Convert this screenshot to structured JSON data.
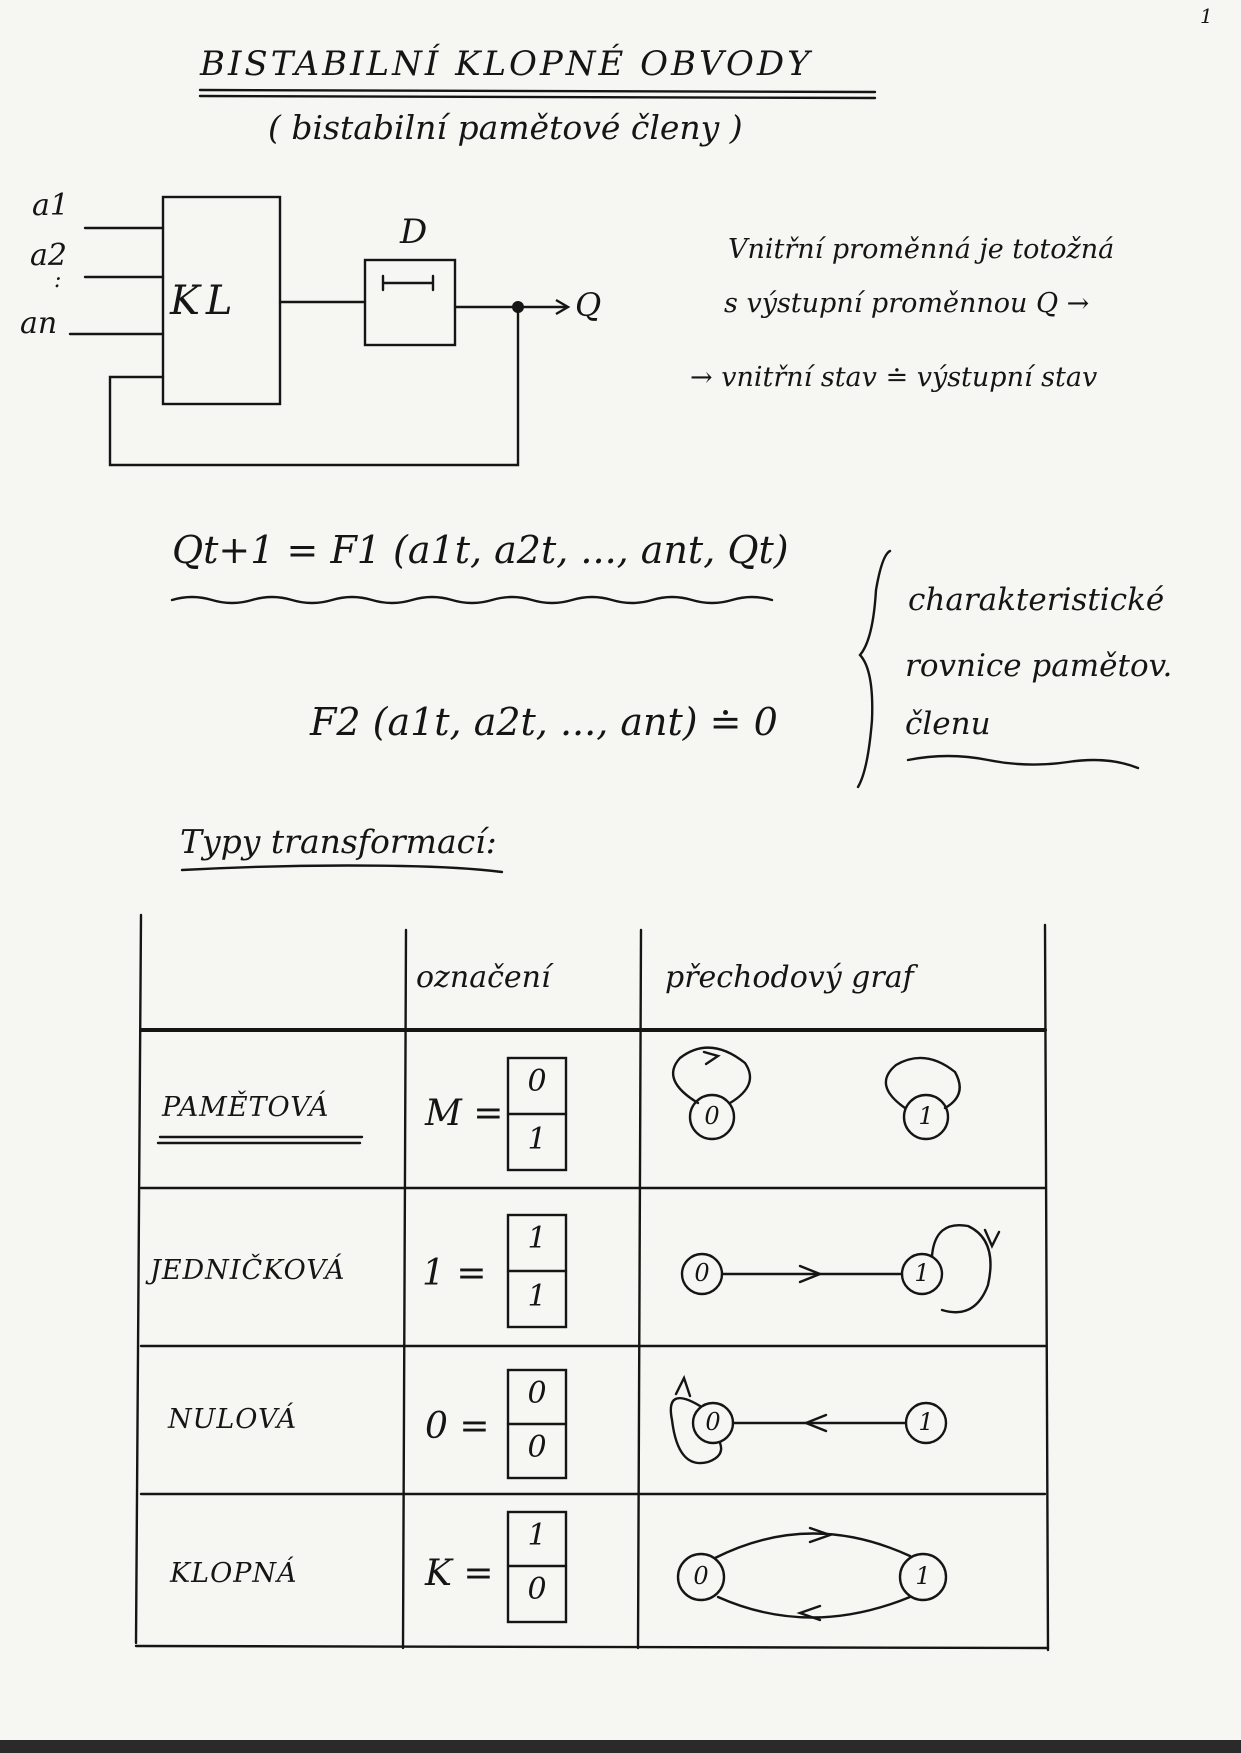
{
  "page_number": "1",
  "title": "BISTABILNÍ KLOPNÉ OBVODY",
  "subtitle": "( bistabilní pamětové členy )",
  "diagram": {
    "inputs": [
      "a1",
      "a2",
      ":",
      "an"
    ],
    "block_logic": "KL",
    "delay_label": "D",
    "output": "Q"
  },
  "note": {
    "line1": "Vnitřní proměnná je totožná",
    "line2": "s výstupní proměnnou Q →",
    "line3": "→ vnitřní stav ≐ výstupní stav"
  },
  "equations": {
    "eq1": "Qt+1 = F1 (a1t, a2t, ..., ant, Qt)",
    "eq2": "F2 (a1t, a2t, ..., ant) ≐ 0"
  },
  "brace_label": {
    "line1": "charakteristické",
    "line2": "rovnice pamětov.",
    "line3": "členu"
  },
  "types_heading": "Typy transformací:",
  "table": {
    "headers": [
      "označení",
      "přechodový graf"
    ],
    "rows": [
      {
        "name": "PAMĚTOVÁ",
        "symbol": "M =",
        "top": "0",
        "bottom": "1",
        "node_a": "0",
        "node_b": "1"
      },
      {
        "name": "JEDNIČKOVÁ",
        "symbol": "1 =",
        "top": "1",
        "bottom": "1",
        "node_a": "0",
        "node_b": "1"
      },
      {
        "name": "NULOVÁ",
        "symbol": "0 =",
        "top": "0",
        "bottom": "0",
        "node_a": "0",
        "node_b": "1"
      },
      {
        "name": "KLOPNÁ",
        "symbol": "K =",
        "top": "1",
        "bottom": "0",
        "node_a": "0",
        "node_b": "1"
      }
    ]
  }
}
